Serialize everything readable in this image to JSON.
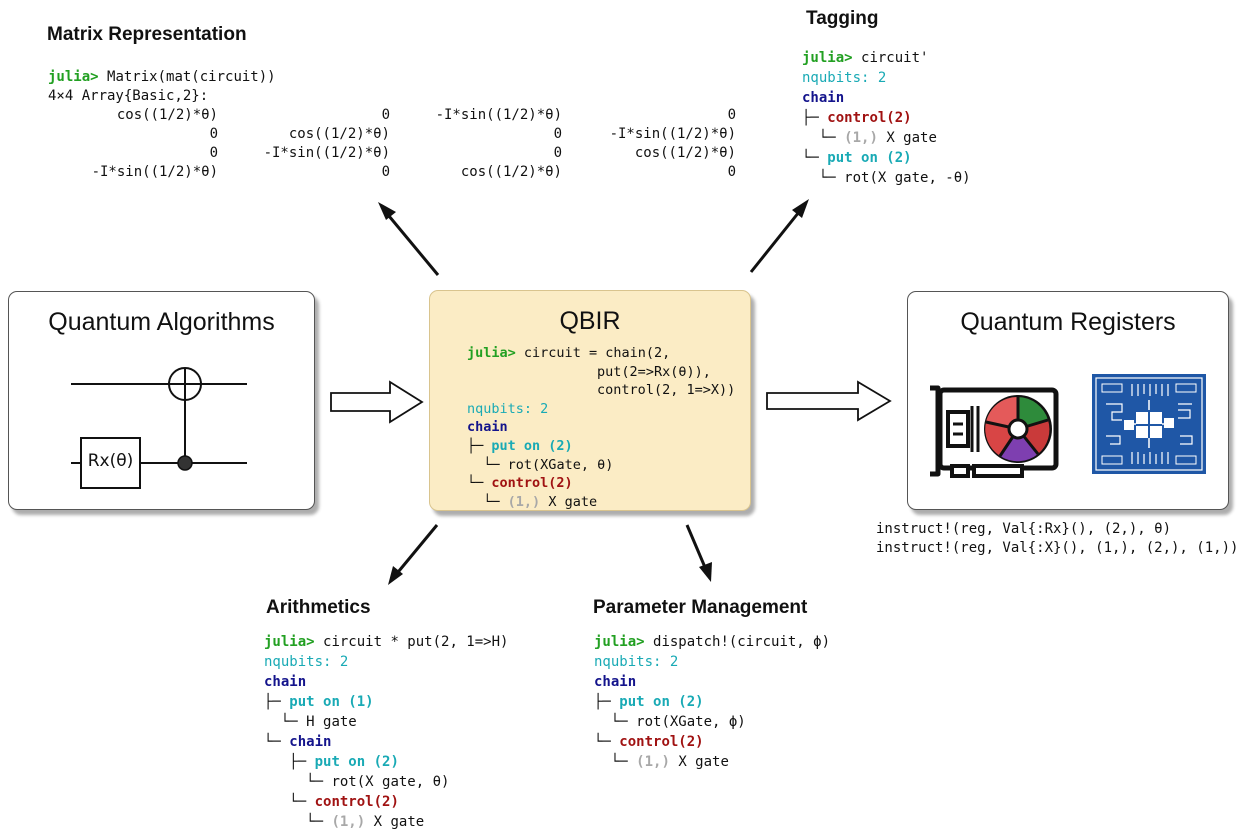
{
  "sections": {
    "matrix": {
      "title": "Matrix Representation",
      "prompt": "julia>",
      "command": "Matrix(mat(circuit))",
      "type_line": "4×4 Array{Basic,2}:",
      "rows": [
        [
          "cos((1/2)*θ)",
          "0",
          "-I*sin((1/2)*θ)",
          "0"
        ],
        [
          "0",
          "cos((1/2)*θ)",
          "0",
          "-I*sin((1/2)*θ)"
        ],
        [
          "0",
          "-I*sin((1/2)*θ)",
          "0",
          "cos((1/2)*θ)"
        ],
        [
          "-I*sin((1/2)*θ)",
          "0",
          "cos((1/2)*θ)",
          "0"
        ]
      ]
    },
    "tagging": {
      "title": "Tagging",
      "prompt": "julia>",
      "command": "circuit'",
      "nqubits": "nqubits: 2",
      "chain": "chain",
      "tree1": "├─",
      "control": "control(2)",
      "tree2": "└─",
      "sub1": "(1,)",
      "x_gate": "X gate",
      "tree3": "└─",
      "put_on": "put on (2)",
      "tree4": "└─",
      "rot": "rot(X gate, -θ)"
    },
    "qbir": {
      "title": "QBIR",
      "prompt": "julia>",
      "line1": "circuit = chain(2,",
      "line2": "put(2=>Rx(θ)),",
      "line3": "control(2, 1=>X))",
      "nqubits": "nqubits: 2",
      "chain": "chain",
      "tree1": "├─",
      "put_on": "put on (2)",
      "tree2": "└─",
      "rot": "rot(XGate, θ)",
      "tree3": "└─",
      "control": "control(2)",
      "tree4": "└─",
      "sub1": "(1,)",
      "x_gate": "X gate"
    },
    "algorithms": {
      "title": "Quantum Algorithms",
      "gate_label": "Rx(θ)"
    },
    "registers": {
      "title": "Quantum Registers",
      "line1": "instruct!(reg, Val{:Rx}(), (2,), θ)",
      "line2": "instruct!(reg, Val{:X}(), (1,), (2,), (1,))"
    },
    "arithmetics": {
      "title": "Arithmetics",
      "prompt": "julia>",
      "command": "circuit * put(2, 1=>H)",
      "nqubits": "nqubits: 2",
      "chain": "chain",
      "tree1": "├─",
      "put_on1": "put on (1)",
      "tree2": "└─",
      "h_gate": "H gate",
      "tree3": "└─",
      "chain2": "chain",
      "tree4": "├─",
      "put_on2": "put on (2)",
      "tree5": "└─",
      "rot": "rot(X gate, θ)",
      "tree6": "└─",
      "control": "control(2)",
      "tree7": "└─",
      "sub1": "(1,)",
      "x_gate": "X gate"
    },
    "parameters": {
      "title": "Parameter Management",
      "prompt": "julia>",
      "command": "dispatch!(circuit, ϕ)",
      "nqubits": "nqubits: 2",
      "chain": "chain",
      "tree1": "├─",
      "put_on": "put on (2)",
      "tree2": "└─",
      "rot": "rot(XGate, ϕ)",
      "tree3": "└─",
      "control": "control(2)",
      "tree4": "└─",
      "sub1": "(1,)",
      "x_gate": "X gate"
    }
  },
  "icons": [
    "gpu-card-icon",
    "quantum-chip-icon",
    "hollow-arrow-icon"
  ],
  "colors": {
    "prompt_green": "#22a022",
    "nqubits_cyan": "#19aab5",
    "chain_navy": "#14148c",
    "control_red": "#a01212",
    "subscript_gray": "#a8a8a8",
    "qbir_fill": "#fbecc5",
    "chip_blue": "#1f57a6"
  }
}
